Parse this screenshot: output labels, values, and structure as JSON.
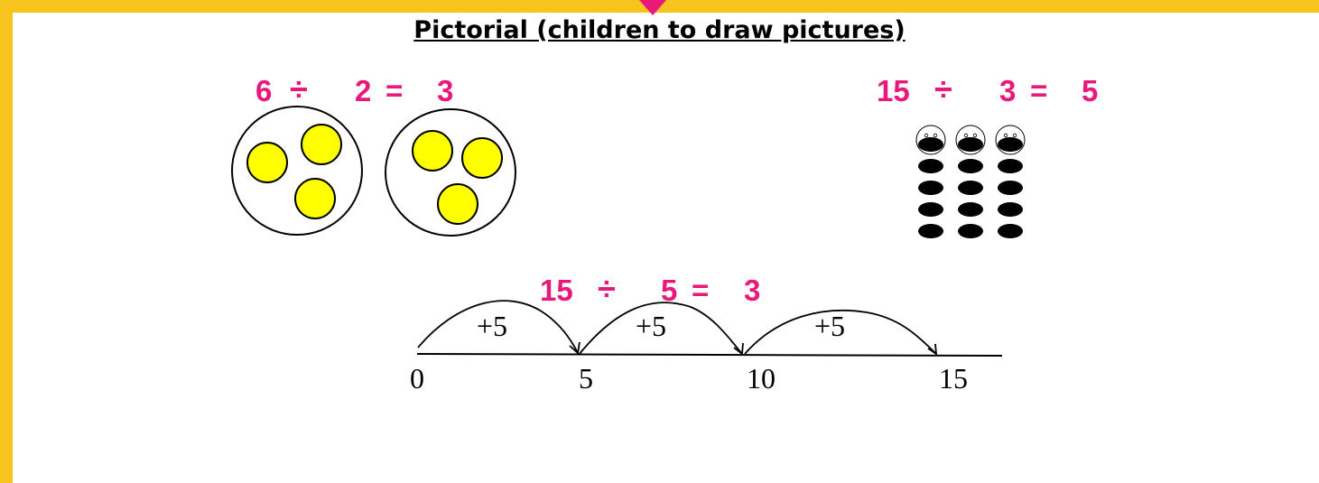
{
  "title": "Pictorial (children to draw pictures)",
  "colors": {
    "frame": "#f7c31d",
    "equation": "#e8197a",
    "counter_fill": "#ffff00"
  },
  "sharing_example": {
    "equation": {
      "a": "6",
      "op": "÷",
      "b": "2",
      "eq": "=",
      "result": "3"
    },
    "groups": 2,
    "counters_per_group": 3
  },
  "grouping_example": {
    "equation": {
      "a": "15",
      "op": "÷",
      "b": "3",
      "eq": "=",
      "result": "5"
    },
    "people": 3,
    "items_per_person": 5,
    "person_icon": "smiley-face-icon"
  },
  "number_line_example": {
    "equation": {
      "a": "15",
      "op": "÷",
      "b": "5",
      "eq": "=",
      "result": "3"
    },
    "ticks": [
      "0",
      "5",
      "10",
      "15"
    ],
    "jump_label": "+5",
    "jumps": 3
  }
}
